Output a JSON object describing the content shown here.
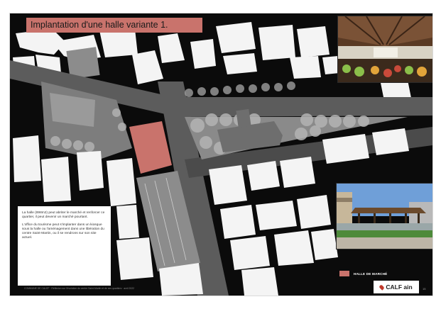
{
  "slide": {
    "title": "Implantation d'une halle variante 1.",
    "textbox": {
      "paragraph1": "La halle (898m2) peut abriter le marché et renforcer ce quartier, il peut devenir un marché pourtant.",
      "paragraph2": "L'office du tourisme peut s'implanter dans un kiosque sous la halle ou l'aménagement dans une libération du centre Saint-Martin, ou il se rendrons sur son site actuel."
    },
    "legend": {
      "label": "HALLE DE MARCHÉ",
      "color": "#c9736c"
    },
    "footer": "COMMUNE DE CALEF · Réflexion sur l'évolution du centre Saint-Martin et de ses quartiers · avril 2022",
    "logo": {
      "text": "CALF ain",
      "brand_color": "#c0392b"
    },
    "page_number": "15",
    "photos": [
      {
        "subject": "market-hall-interior-photo"
      },
      {
        "subject": "market-hall-exterior-photo"
      }
    ]
  }
}
